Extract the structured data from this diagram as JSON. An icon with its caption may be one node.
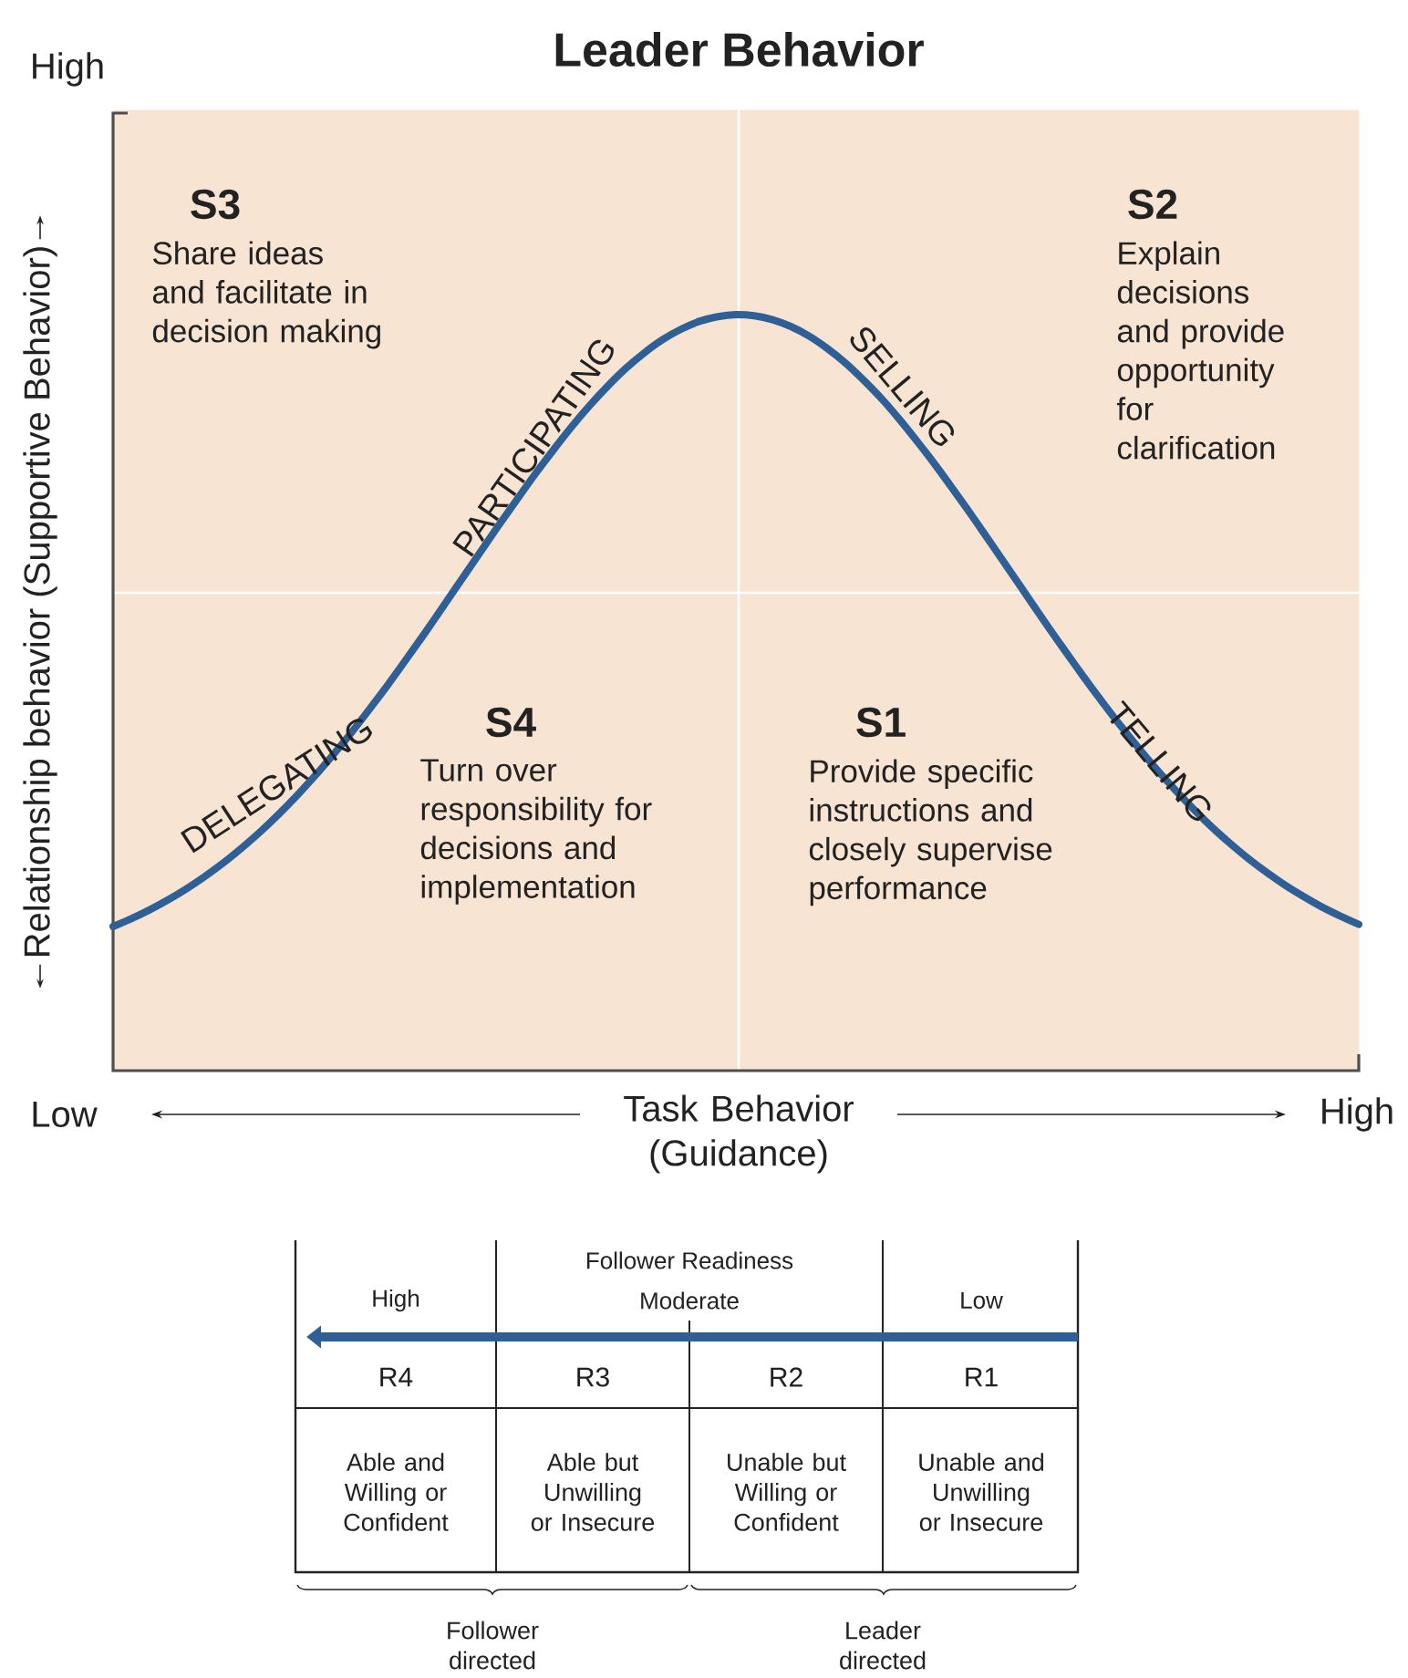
{
  "diagram": {
    "title": "Leader Behavior",
    "nodes": [
      {
        "text": [
          "S3",
          "Share ideas and facilitate in decision making"
        ]
      },
      {
        "text": [
          "S2",
          "Explain decisions and provide opportunity for clarification"
        ]
      },
      {
        "text": [
          "S4",
          "Turn over responsibility for decisions and implementation"
        ]
      },
      {
        "text": [
          "S1",
          "Provide specific instructions and closely supervise performance"
        ]
      }
    ],
    "labels": [
      "High",
      "Relationship behavior (Supportive Behavior)",
      "PARTICIPATING",
      "SELLING",
      "DELEGATING",
      "TELLING",
      "Low",
      "Task Behavior (Guidance)",
      "High",
      "Follower Readiness",
      "High",
      "Moderate",
      "Low",
      "R4",
      "R3",
      "R2",
      "R1",
      "Able and Willing or Confident",
      "Able but Unwilling or Insecure",
      "Unable but Willing or Confident",
      "Unable and Unwilling or Insecure",
      "Follower directed",
      "Leader directed"
    ]
  }
}
